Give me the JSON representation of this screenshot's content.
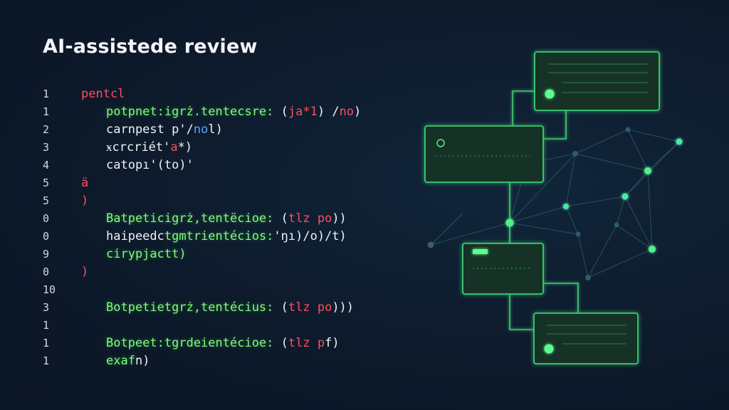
{
  "title": "AI-assistede review",
  "colors": {
    "background": "#0d1a2b",
    "accent_green": "#46e27a",
    "keyword_red": "#ff4d5e",
    "code_green": "#7dff74",
    "code_blue": "#5ea4ff",
    "text_white": "#f0f3f6"
  },
  "code_lines": [
    {
      "n": "1",
      "indent": false,
      "tokens": [
        {
          "t": "pentcl",
          "c": "red"
        }
      ]
    },
    {
      "n": "1",
      "indent": true,
      "tokens": [
        {
          "t": "potpnet:igrż.tentecsre: ",
          "c": "green"
        },
        {
          "t": "(",
          "c": "white"
        },
        {
          "t": "ja*1",
          "c": "red"
        },
        {
          "t": ") /",
          "c": "white"
        },
        {
          "t": "no",
          "c": "red"
        },
        {
          "t": ")",
          "c": "white"
        }
      ]
    },
    {
      "n": "2",
      "indent": true,
      "tokens": [
        {
          "t": "carnpest p",
          "c": "white"
        },
        {
          "t": "'/",
          "c": "white"
        },
        {
          "t": "no",
          "c": "blue"
        },
        {
          "t": "l)",
          "c": "white"
        }
      ]
    },
    {
      "n": "3",
      "indent": true,
      "tokens": [
        {
          "t": "ӿcrcriét'",
          "c": "white"
        },
        {
          "t": "a",
          "c": "red"
        },
        {
          "t": "*)",
          "c": "white"
        }
      ]
    },
    {
      "n": "4",
      "indent": true,
      "tokens": [
        {
          "t": "catopı'(to)'",
          "c": "white"
        }
      ]
    },
    {
      "n": "5",
      "indent": false,
      "tokens": [
        {
          "t": "ä",
          "c": "red"
        }
      ]
    },
    {
      "n": "5",
      "indent": false,
      "tokens": [
        {
          "t": ")",
          "c": "red"
        }
      ]
    },
    {
      "n": "0",
      "indent": true,
      "tokens": [
        {
          "t": "Batpeticigrż,tentëcioe: ",
          "c": "green"
        },
        {
          "t": "(",
          "c": "white"
        },
        {
          "t": "tlz po",
          "c": "red"
        },
        {
          "t": "))",
          "c": "white"
        }
      ]
    },
    {
      "n": "0",
      "indent": true,
      "tokens": [
        {
          "t": "haipeedc",
          "c": "white"
        },
        {
          "t": "tgmtrientécios:",
          "c": "green"
        },
        {
          "t": "'ŋı)/o)/t)",
          "c": "white"
        }
      ]
    },
    {
      "n": "9",
      "indent": true,
      "tokens": [
        {
          "t": "cirypjactt)",
          "c": "green"
        }
      ]
    },
    {
      "n": "0",
      "indent": false,
      "tokens": [
        {
          "t": ")",
          "c": "red"
        }
      ]
    },
    {
      "n": "10",
      "indent": false,
      "tokens": []
    },
    {
      "n": "3",
      "indent": true,
      "tokens": [
        {
          "t": "Botpetietgrż,tentécius: ",
          "c": "green"
        },
        {
          "t": "(",
          "c": "white"
        },
        {
          "t": "tlz po",
          "c": "red"
        },
        {
          "t": ")))",
          "c": "white"
        }
      ]
    },
    {
      "n": "1",
      "indent": false,
      "tokens": []
    },
    {
      "n": "1",
      "indent": true,
      "tokens": [
        {
          "t": "Botpeet:tgrdeientécioe: ",
          "c": "green"
        },
        {
          "t": "(",
          "c": "white"
        },
        {
          "t": "tlz p",
          "c": "red"
        },
        {
          "t": "f)",
          "c": "white"
        }
      ]
    },
    {
      "n": "1",
      "indent": true,
      "tokens": [
        {
          "t": "exaf",
          "c": "green"
        },
        {
          "t": "ո)",
          "c": "white"
        }
      ]
    }
  ],
  "diagram": {
    "cards": [
      {
        "name": "review-card-top",
        "indicator": "dot"
      },
      {
        "name": "review-card-left",
        "indicator": "ring"
      },
      {
        "name": "review-card-middle",
        "indicator": "bar"
      },
      {
        "name": "review-card-bottom",
        "indicator": "dot"
      }
    ]
  }
}
